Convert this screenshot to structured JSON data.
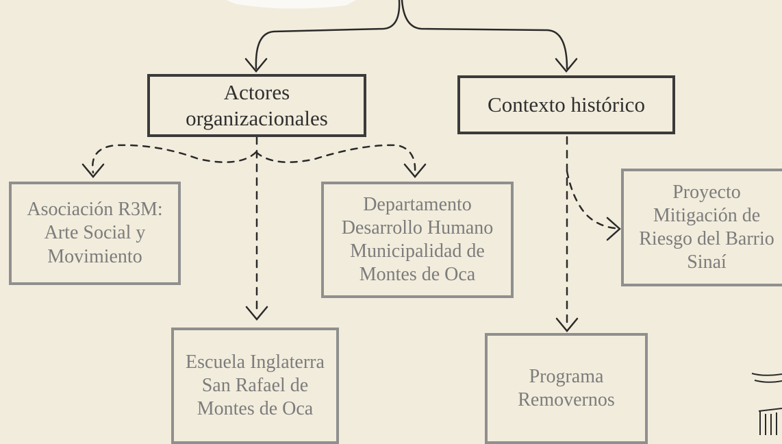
{
  "nodes": {
    "actores": {
      "label": "Actores\norganizacionales"
    },
    "contexto": {
      "label": "Contexto histórico"
    },
    "asociacion": {
      "label": "Asociación R3M:\nArte Social y\nMovimiento"
    },
    "departamento": {
      "label": "Departamento\nDesarrollo Humano\nMunicipalidad de\nMontes de Oca"
    },
    "escuela": {
      "label": "Escuela Inglaterra\nSan Rafael de\nMontes de Oca"
    },
    "proyecto": {
      "label": "Proyecto\nMitigación de\nRiesgo del Barrio\nSinaí"
    },
    "programa": {
      "label": "Programa\nRemovernos"
    }
  },
  "colors": {
    "background": "#f2ecdc",
    "main_stroke": "#3b3b3b",
    "sub_stroke": "#8f8f8f",
    "connector": "#2a2a2a"
  }
}
